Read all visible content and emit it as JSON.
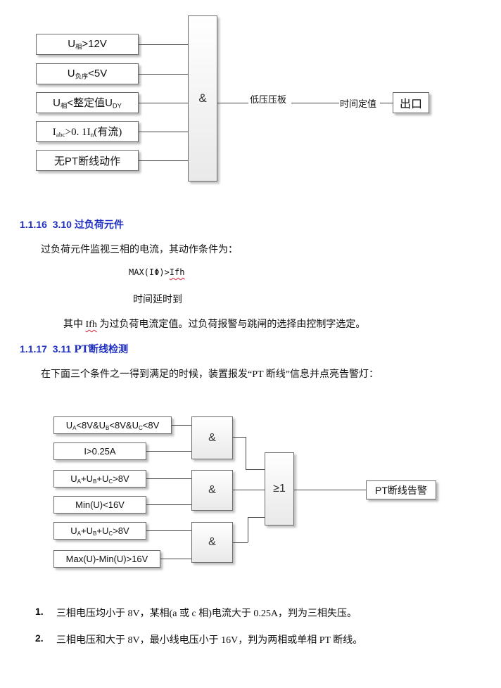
{
  "diagram1": {
    "inputs": [
      {
        "pre": "U",
        "sub": "相",
        "post": ">12V"
      },
      {
        "pre": "U",
        "sub": "负序",
        "post": "<5V"
      },
      {
        "pre": "U",
        "sub": "相",
        "post": "<整定值U",
        "sub2": "DY"
      },
      {
        "pre": "I",
        "sub": "abc",
        "post": ">0. 1I",
        "sub2": "n",
        "post2": "(有流)"
      },
      {
        "pre": "无PT断线动作",
        "sub": "",
        "post": ""
      }
    ],
    "gate": "&",
    "label1": "低压压板",
    "label2": "时间定值",
    "output": "出口"
  },
  "section1": {
    "number": "1.1.16",
    "title_num": "3.10",
    "title": "过负荷元件",
    "intro": "过负荷元件监视三相的电流，其动作条件为：",
    "formula_prefix": "MAX(IΦ)>",
    "formula_var": "Ifh",
    "formula2": "时间延时到",
    "note_pre": "其中 ",
    "note_var": "Ifh",
    "note_post": " 为过负荷电流定值。过负荷报警与跳闸的选择由控制字选定。"
  },
  "section2": {
    "number": "1.1.17",
    "title_num": "3.11",
    "title": "PT断线检测",
    "intro": "在下面三个条件之一得到满足的时候，装置报发“PT 断线”信息并点亮告警灯："
  },
  "diagram2": {
    "inputs": [
      "U<sub>A</sub>&lt;8V&amp;U<sub>B</sub>&lt;8V&amp;U<sub>C</sub>&lt;8V",
      "I&gt;0.25A",
      "U<sub>A</sub>+U<sub>B</sub>+U<sub>C</sub>&gt;8V",
      "Min(U)&lt;16V",
      "U<sub>A</sub>+U<sub>B</sub>+U<sub>C</sub>&gt;8V",
      "Max(U)-Min(U)&gt;16V"
    ],
    "and_gates": [
      "&",
      "&",
      "&"
    ],
    "or_gate": "≥1",
    "output": "PT断线告警"
  },
  "list": [
    {
      "num": "1.",
      "text": "三相电压均小于 8V，某相(a 或 c 相)电流大于 0.25A，判为三相失压。"
    },
    {
      "num": "2.",
      "text": "三相电压和大于 8V，最小线电压小于 16V，判为两相或单相 PT 断线。"
    }
  ]
}
